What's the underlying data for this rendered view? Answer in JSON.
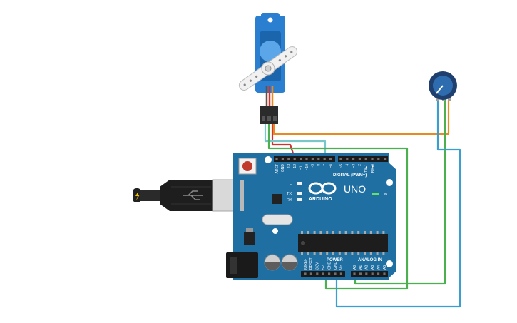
{
  "board": {
    "logo_text": "ARDUINO",
    "model": "UNO",
    "digital_label": "DIGITAL (PWM~)",
    "power_label": "POWER",
    "analog_label": "ANALOG IN",
    "on_label": "ON",
    "led_l": "L",
    "led_tx": "TX",
    "led_rx": "RX",
    "digital_pins": [
      "AREF",
      "GND",
      "13",
      "12",
      "~11",
      "~10",
      "~9",
      "8",
      "7",
      "~6",
      "~5",
      "4",
      "~3",
      "2",
      "TX▸1",
      "RX◂0"
    ],
    "power_pins": [
      "IOREF",
      "RESET",
      "3.3V",
      "5V",
      "GND",
      "GND",
      "Vin"
    ],
    "analog_pins": [
      "A0",
      "A1",
      "A2",
      "A3",
      "A4",
      "A5"
    ]
  },
  "components": {
    "servo": "servo-motor",
    "potentiometer": "potentiometer",
    "usb": "usb-cable"
  },
  "colors": {
    "board": "#1f6fa3",
    "board_dark": "#155a85",
    "wire_red": "#d32f2f",
    "wire_orange": "#e88a1d",
    "wire_green": "#4caf50",
    "wire_blue": "#3a9fd0",
    "wire_teal": "#7ac7c9",
    "servo_body": "#2b7fd0"
  }
}
